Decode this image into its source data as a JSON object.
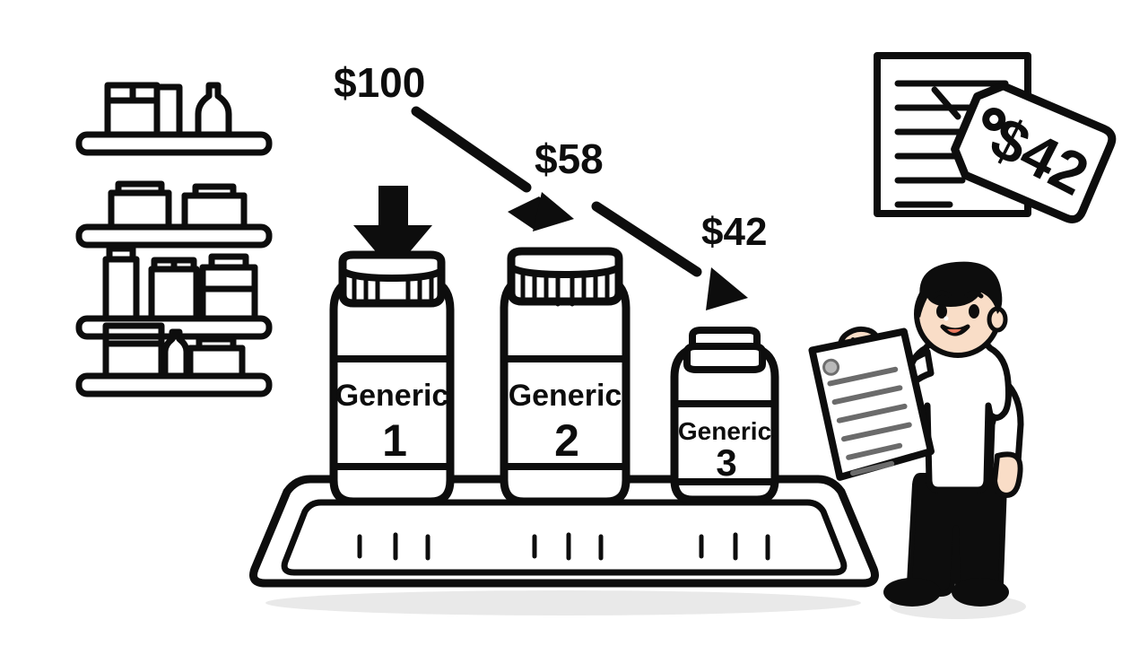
{
  "scene": {
    "title": "Generic drug price erosion diagram",
    "background_color": "#ffffff",
    "ink_color": "#0d0d0d",
    "skin_color": "#f9ddc7",
    "shadow_color": "#e9e9e9"
  },
  "price_labels": {
    "start": "$100",
    "second": "$58",
    "third": "$42"
  },
  "bottles": [
    {
      "brand": "Generic",
      "number": "1",
      "size": "large"
    },
    {
      "brand": "Generic",
      "number": "2",
      "size": "large"
    },
    {
      "brand": "Generic",
      "number": "3",
      "size": "small"
    }
  ],
  "price_tag": {
    "amount": "$42",
    "hole_icon": "tag-hole-icon"
  },
  "document": {
    "line_count": 6
  },
  "clipboard": {
    "line_count": 6
  },
  "shelf_unit": {
    "shelf_count": 4,
    "labels": [
      "shelf-row-1",
      "shelf-row-2",
      "shelf-row-3",
      "shelf-row-4"
    ]
  },
  "tray": {
    "tick_groups": 3,
    "ticks_per_group": 3
  },
  "icons": {
    "down_arrow": "down-arrow-icon",
    "diagonal_arrow_1": "price-drop-arrow-1-icon",
    "diagonal_arrow_2": "price-drop-arrow-2-icon",
    "shelf": "pharmacy-shelf-icon",
    "document": "price-list-document-icon",
    "tag": "price-tag-icon",
    "person": "pharmacist-person-icon"
  }
}
